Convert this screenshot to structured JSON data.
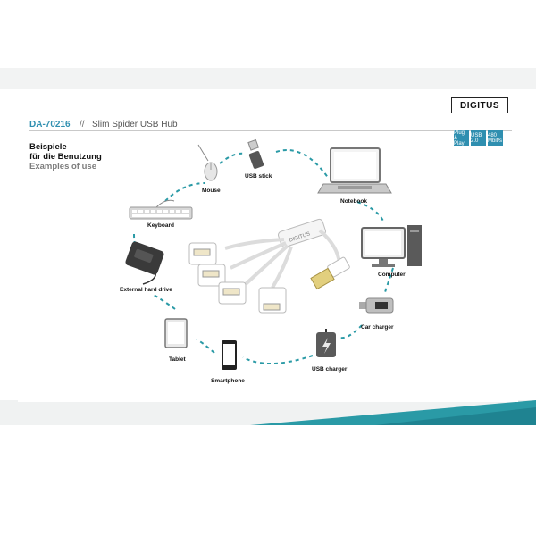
{
  "brand": "DIGITUS",
  "header": {
    "model": "DA-70216",
    "separator": "//",
    "product": "Slim Spider USB Hub"
  },
  "badges": [
    "Plug & Play",
    "USB 2.0",
    "480 Mbit/s"
  ],
  "headings": {
    "de_line1": "Beispiele",
    "de_line2": "für die Benutzung",
    "en": "Examples of use"
  },
  "devices": {
    "mouse": "Mouse",
    "usb_stick": "USB stick",
    "notebook": "Notebook",
    "keyboard": "Keyboard",
    "computer": "Computer",
    "external_hdd": "External hard drive",
    "car_charger": "Car charger",
    "tablet": "Tablet",
    "usb_charger": "USB charger",
    "smartphone": "Smartphone"
  },
  "colors": {
    "accent": "#2f8fb0",
    "teal_band": "#2a9aa6"
  }
}
